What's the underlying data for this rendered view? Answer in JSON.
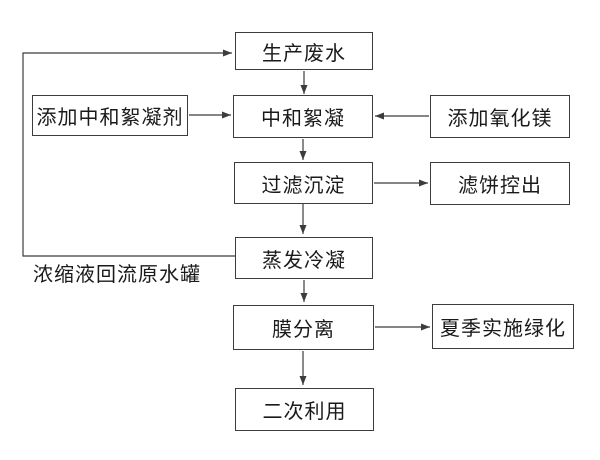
{
  "diagram": {
    "type": "flowchart",
    "colors": {
      "background": "#ffffff",
      "box_border": "#3c3c3c",
      "box_fill": "#ffffff",
      "line": "#3c3c3c",
      "text": "#1a1a1a"
    },
    "nodes": {
      "production_wastewater": {
        "label": "生产废水"
      },
      "add_neutralizing_flocculant": {
        "label": "添加中和絮凝剂"
      },
      "neutralization_flocculation": {
        "label": "中和絮凝"
      },
      "add_magnesium_oxide": {
        "label": "添加氧化镁"
      },
      "filtration_sedimentation": {
        "label": "过滤沉淀"
      },
      "filter_cake_removal": {
        "label": "滤饼控出"
      },
      "evaporation_condensation": {
        "label": "蒸发冷凝"
      },
      "membrane_separation": {
        "label": "膜分离"
      },
      "summer_greening": {
        "label": "夏季实施绿化"
      },
      "secondary_use": {
        "label": "二次利用"
      }
    },
    "annotations": {
      "recycle_note": "浓缩液回流原水罐"
    },
    "edges": [
      {
        "from": "production_wastewater",
        "to": "neutralization_flocculation"
      },
      {
        "from": "add_neutralizing_flocculant",
        "to": "neutralization_flocculation"
      },
      {
        "from": "add_magnesium_oxide",
        "to": "neutralization_flocculation"
      },
      {
        "from": "neutralization_flocculation",
        "to": "filtration_sedimentation"
      },
      {
        "from": "filtration_sedimentation",
        "to": "filter_cake_removal"
      },
      {
        "from": "filtration_sedimentation",
        "to": "evaporation_condensation"
      },
      {
        "from": "evaporation_condensation",
        "to": "membrane_separation"
      },
      {
        "from": "evaporation_condensation",
        "to": "production_wastewater",
        "label": "浓缩液回流原水罐"
      },
      {
        "from": "membrane_separation",
        "to": "summer_greening"
      },
      {
        "from": "membrane_separation",
        "to": "secondary_use"
      }
    ]
  }
}
